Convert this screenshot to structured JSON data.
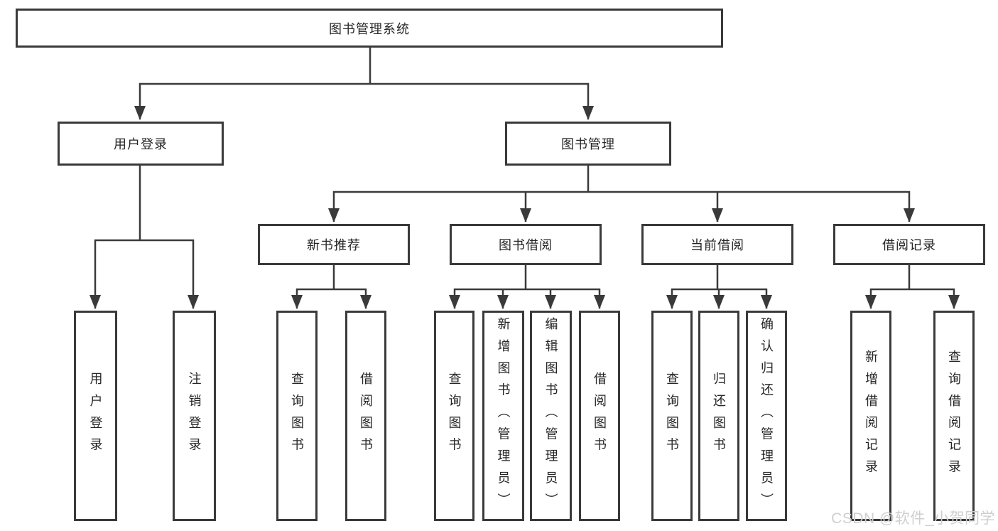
{
  "diagram": {
    "title": "图书管理系统",
    "type": "hierarchy-tree",
    "colors": {
      "line": "#3a3a3a",
      "box_border": "#3a3a3a",
      "text": "#262626",
      "background": "#ffffff",
      "watermark": "#cfcfcf"
    }
  },
  "tree": {
    "root": {
      "label": "图书管理系统"
    },
    "branches": [
      {
        "label": "用户登录",
        "children": [
          {
            "label": "用户登录"
          },
          {
            "label": "注销登录"
          }
        ]
      },
      {
        "label": "图书管理",
        "children": [
          {
            "label": "新书推荐",
            "children": [
              {
                "label": "查询图书"
              },
              {
                "label": "借阅图书"
              }
            ]
          },
          {
            "label": "图书借阅",
            "children": [
              {
                "label": "查询图书"
              },
              {
                "label": "新增图书（管理员）"
              },
              {
                "label": "编辑图书（管理员）"
              },
              {
                "label": "借阅图书"
              }
            ]
          },
          {
            "label": "当前借阅",
            "children": [
              {
                "label": "查询图书"
              },
              {
                "label": "归还图书"
              },
              {
                "label": "确认归还（管理员）"
              }
            ]
          },
          {
            "label": "借阅记录",
            "children": [
              {
                "label": "新增借阅记录"
              },
              {
                "label": "查询借阅记录"
              }
            ]
          }
        ]
      }
    ]
  },
  "watermark": {
    "text": "CSDN @软件_小贺同学"
  }
}
